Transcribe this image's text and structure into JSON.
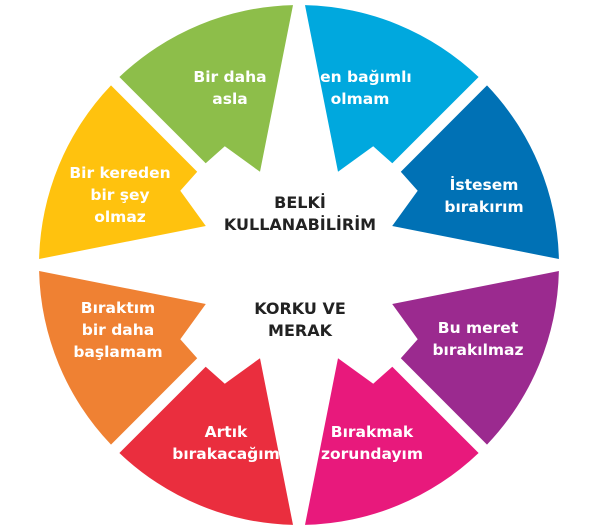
{
  "center": {
    "top_lines": [
      "BELKİ",
      "KULLANABİLİRİM"
    ],
    "bottom_lines": [
      "KORKU VE",
      "MERAK"
    ]
  },
  "segments": [
    {
      "color": "#00A8DE",
      "lines": [
        "Ben bağımlı",
        "olmam"
      ]
    },
    {
      "color": "#0071B5",
      "lines": [
        "İstesem",
        "bırakırım"
      ]
    },
    {
      "color": "#9B2A8F",
      "lines": [
        "Bu meret",
        "bırakılmaz"
      ]
    },
    {
      "color": "#E8197C",
      "lines": [
        "Bırakmak",
        "zorundayım"
      ]
    },
    {
      "color": "#EA2E3E",
      "lines": [
        "Artık",
        "bırakacağım"
      ]
    },
    {
      "color": "#EF8133",
      "lines": [
        "Bıraktım",
        "bir daha",
        "başlamam"
      ]
    },
    {
      "color": "#FFC20E",
      "lines": [
        "Bir kereden",
        "bir şey",
        "olmaz"
      ]
    },
    {
      "color": "#8DBE4A",
      "lines": [
        "Bir daha",
        "asla"
      ]
    }
  ]
}
